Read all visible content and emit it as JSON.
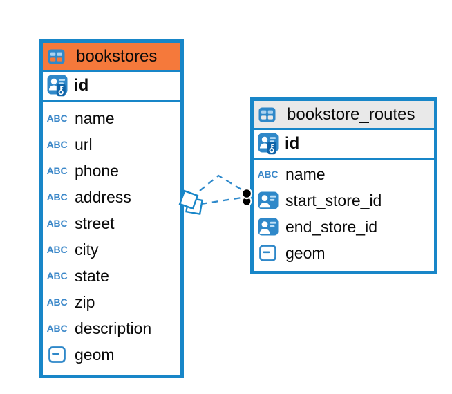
{
  "diagram": {
    "icons": {
      "abc_text": "ABC"
    },
    "colors": {
      "table_border": "#1886C8",
      "icon_blue": "#2F88C9",
      "icon_line_light": "#BFE0F7",
      "abc_blue": "#3C88C9",
      "header_orange": "#F5793B",
      "header_gray": "#E9E9E9",
      "link_blue": "#2E89CB",
      "endpoint_black": "#000000"
    },
    "tables": [
      {
        "name": "bookstores",
        "header_color": "#F5793B",
        "header_icon": "table-icon",
        "primary_key": {
          "label": "id",
          "icon": "primary-key-icon"
        },
        "columns": [
          {
            "label": "name",
            "type_icon": "text-abc-icon"
          },
          {
            "label": "url",
            "type_icon": "text-abc-icon"
          },
          {
            "label": "phone",
            "type_icon": "text-abc-icon"
          },
          {
            "label": "address",
            "type_icon": "text-abc-icon"
          },
          {
            "label": "street",
            "type_icon": "text-abc-icon"
          },
          {
            "label": "city",
            "type_icon": "text-abc-icon"
          },
          {
            "label": "state",
            "type_icon": "text-abc-icon"
          },
          {
            "label": "zip",
            "type_icon": "text-abc-icon"
          },
          {
            "label": "description",
            "type_icon": "text-abc-icon"
          },
          {
            "label": "geom",
            "type_icon": "geometry-icon"
          }
        ]
      },
      {
        "name": "bookstore_routes",
        "header_color": "#E9E9E9",
        "header_icon": "table-icon",
        "primary_key": {
          "label": "id",
          "icon": "primary-key-icon"
        },
        "columns": [
          {
            "label": "name",
            "type_icon": "text-abc-icon"
          },
          {
            "label": "start_store_id",
            "type_icon": "foreign-key-icon"
          },
          {
            "label": "end_store_id",
            "type_icon": "foreign-key-icon"
          },
          {
            "label": "geom",
            "type_icon": "geometry-icon"
          }
        ]
      }
    ],
    "relationship": {
      "from_table": "bookstore_routes",
      "to_table": "bookstores",
      "link_count": 2,
      "line_style": "dashed"
    }
  }
}
